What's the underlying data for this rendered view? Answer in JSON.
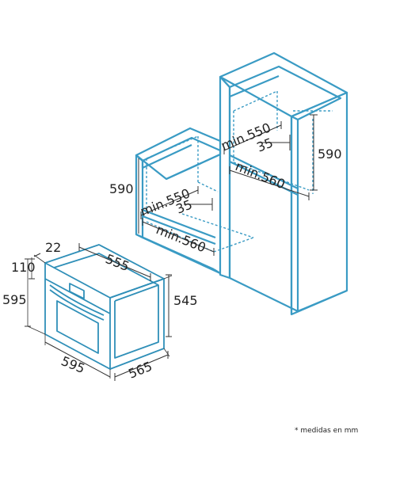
{
  "labels": {
    "tall_min_width": "min.550",
    "tall_gap": "35",
    "tall_height": "590",
    "tall_min_depth": "min.560",
    "low_height": "590",
    "low_min_width": "min.550",
    "low_gap": "35",
    "low_min_depth": "min.560",
    "oven_top_offset": "22",
    "oven_panel": "110",
    "oven_depth_top": "555",
    "oven_height": "595",
    "oven_body_height": "545",
    "oven_width": "595",
    "oven_depth": "565"
  },
  "note": "* medidas en mm",
  "colors": {
    "cabinet": "#3a9bc4",
    "dimension": "#333333"
  }
}
